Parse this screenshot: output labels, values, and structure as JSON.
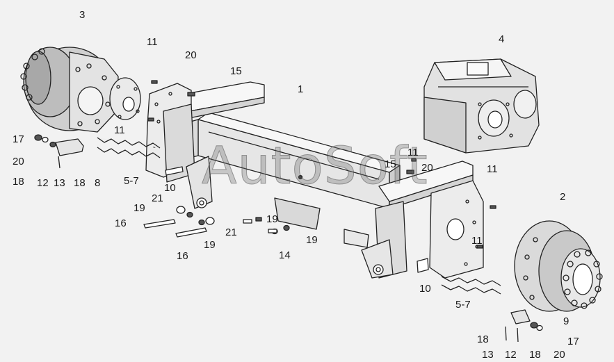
{
  "watermark": "AutoSoft",
  "callouts": [
    {
      "text": "3"
    },
    {
      "text": "11"
    },
    {
      "text": "20"
    },
    {
      "text": "15"
    },
    {
      "text": "1"
    },
    {
      "text": "4"
    },
    {
      "text": "11"
    },
    {
      "text": "17"
    },
    {
      "text": "20"
    },
    {
      "text": "18"
    },
    {
      "text": "12"
    },
    {
      "text": "13"
    },
    {
      "text": "18"
    },
    {
      "text": "8"
    },
    {
      "text": "5-7"
    },
    {
      "text": "10"
    },
    {
      "text": "21"
    },
    {
      "text": "19"
    },
    {
      "text": "16"
    },
    {
      "text": "19"
    },
    {
      "text": "16"
    },
    {
      "text": "21"
    },
    {
      "text": "19"
    },
    {
      "text": "14"
    },
    {
      "text": "19"
    },
    {
      "text": "11"
    },
    {
      "text": "15"
    },
    {
      "text": "20"
    },
    {
      "text": "11"
    },
    {
      "text": "2"
    },
    {
      "text": "11"
    },
    {
      "text": "10"
    },
    {
      "text": "5-7"
    },
    {
      "text": "9"
    },
    {
      "text": "18"
    },
    {
      "text": "17"
    },
    {
      "text": "13"
    },
    {
      "text": "12"
    },
    {
      "text": "18"
    },
    {
      "text": "20"
    }
  ]
}
